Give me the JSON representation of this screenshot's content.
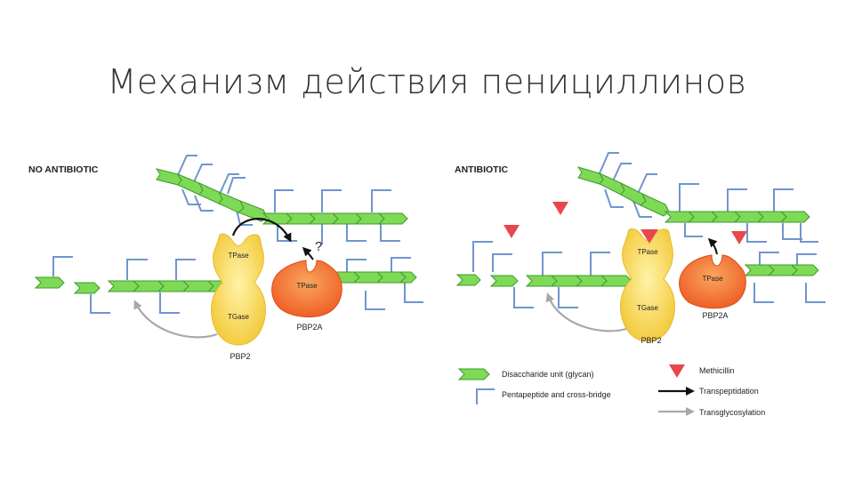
{
  "title": "Механизм действия пенициллинов",
  "panels": {
    "left": {
      "heading": "NO ANTIBIOTIC",
      "pbp2": {
        "tpase": "TPase",
        "tgase": "TGase",
        "name": "PBP2"
      },
      "pbp2a": {
        "tpase": "TPase",
        "name": "PBP2A"
      },
      "question": "?"
    },
    "right": {
      "heading": "ANTIBIOTIC",
      "pbp2": {
        "tpase": "TPase",
        "tgase": "TGase",
        "name": "PBP2"
      },
      "pbp2a": {
        "tpase": "TPase",
        "name": "PBP2A"
      }
    }
  },
  "legend": {
    "glycan": "Disaccharide unit (glycan)",
    "peptide": "Pentapeptide and cross-bridge",
    "methicillin": "Methicillin",
    "transpeptidation": "Transpeptidation",
    "transglycosylation": "Transglycosylation"
  },
  "colors": {
    "glycan_fill": "#7ed957",
    "glycan_stroke": "#3f9a2a",
    "peptide": "#6f95cf",
    "pbp2_yellow": "#f7d44a",
    "pbp2a_orange": "#f26a2a",
    "methicillin_red": "#e8474f",
    "arrow_black": "#111111",
    "arrow_grey": "#a8a8a8"
  }
}
